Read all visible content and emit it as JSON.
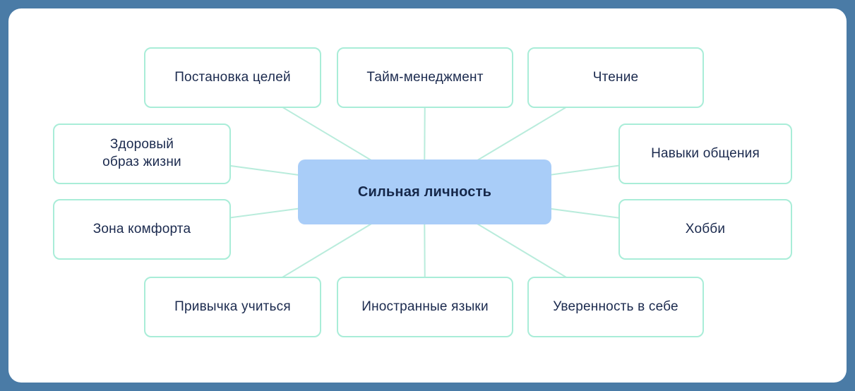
{
  "canvas": {
    "outer_background": "#4a7ba6",
    "inner_background": "#ffffff",
    "edge_color": "#b9ecdc",
    "node_border_color": "#a9edd8",
    "center_fill_color": "#a9cdf8",
    "text_color": "#1b2a4e"
  },
  "diagram": {
    "type": "mindmap",
    "center": {
      "label": "Сильная личность"
    },
    "nodes": [
      {
        "label": "Постановка целей"
      },
      {
        "label": "Тайм-менеджмент"
      },
      {
        "label": "Чтение"
      },
      {
        "label": "Здоровый образ жизни"
      },
      {
        "label": "Навыки общения"
      },
      {
        "label": "Зона комфорта"
      },
      {
        "label": "Хобби"
      },
      {
        "label": "Привычка учиться"
      },
      {
        "label": "Иностранные языки"
      },
      {
        "label": "Уверенность в себе"
      }
    ]
  }
}
